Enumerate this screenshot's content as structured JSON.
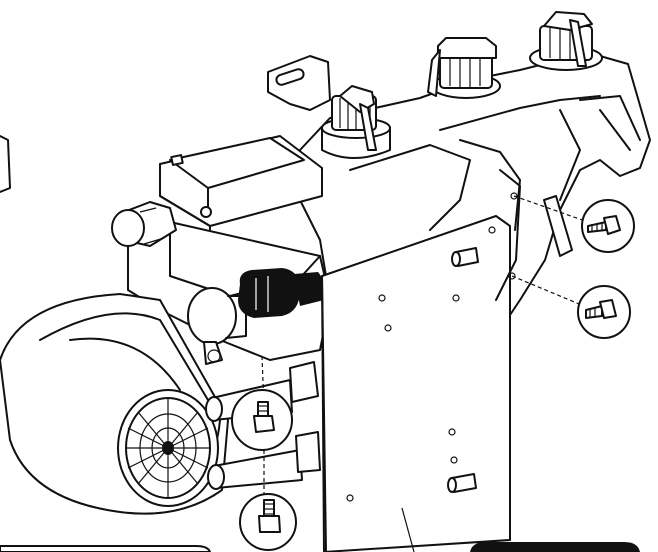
{
  "diagram": {
    "subject": "heater-assembly-exploded-view",
    "line_color": "#111111",
    "background_color": "#ffffff",
    "callouts": [
      {
        "id": "bolt-upper-right",
        "icon": "bolt-icon"
      },
      {
        "id": "bolt-middle-right",
        "icon": "bolt-icon"
      },
      {
        "id": "bolt-center",
        "icon": "bolt-icon"
      },
      {
        "id": "bolt-bottom",
        "icon": "bolt-icon"
      }
    ],
    "label_boxes": [
      {
        "id": "label-box-left",
        "fill": "#ffffff",
        "text": ""
      },
      {
        "id": "label-box-right",
        "fill": "#111111",
        "text": ""
      }
    ]
  }
}
